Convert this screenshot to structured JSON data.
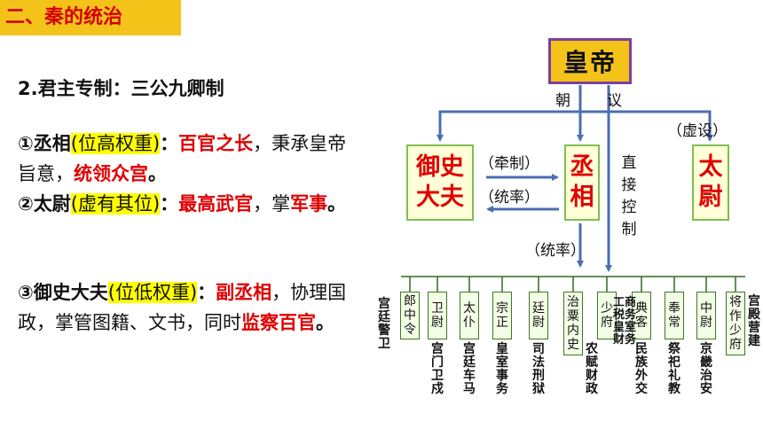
{
  "section_title": "二、秦的统治",
  "subtitle": "2.君主专制：三公九卿制",
  "paragraphs": {
    "p1": {
      "head": "①丞相",
      "hl": "(位高权重)",
      "colon": "：",
      "red1": "百官之长",
      "t1": "，秉承皇帝旨意，",
      "red2": "统领众宫",
      "end": "。"
    },
    "p2": {
      "head": "②太尉",
      "hl": "(虚有其位)",
      "colon": "：",
      "red1": "最高武官",
      "t1": "，掌",
      "red2": "军事",
      "end": "。"
    },
    "p3": {
      "head": "③御史大夫",
      "hl": "(位低权重)",
      "colon": "：",
      "red1": "副丞相",
      "t1": "，协理国政，掌管图籍、文书，同时",
      "red2": "监察百官",
      "end": "。"
    }
  },
  "diagram": {
    "emperor": "皇帝",
    "court_left": "朝",
    "court_right": "议",
    "yushi": "御史大夫",
    "chengxiang": "丞相",
    "taiwei": "太尉",
    "virtual": "（虚设）",
    "restrain": "（牵制）",
    "lead": "（统率）",
    "lead2": "（统率）",
    "direct": "直接控制",
    "ministers": [
      "郎中令",
      "卫尉",
      "太仆",
      "宗正",
      "廷尉",
      "治粟内史",
      "少府",
      "典客",
      "奉常",
      "中尉",
      "将作少府"
    ],
    "duties": [
      "宫廷警卫",
      "宫门卫戍",
      "宫廷车马",
      "皇室事务",
      "司法刑狱",
      "农赋财政",
      "工商税务皇室财务",
      "民族外交",
      "祭祀礼教",
      "京畿治安",
      "宫殿营建"
    ]
  }
}
